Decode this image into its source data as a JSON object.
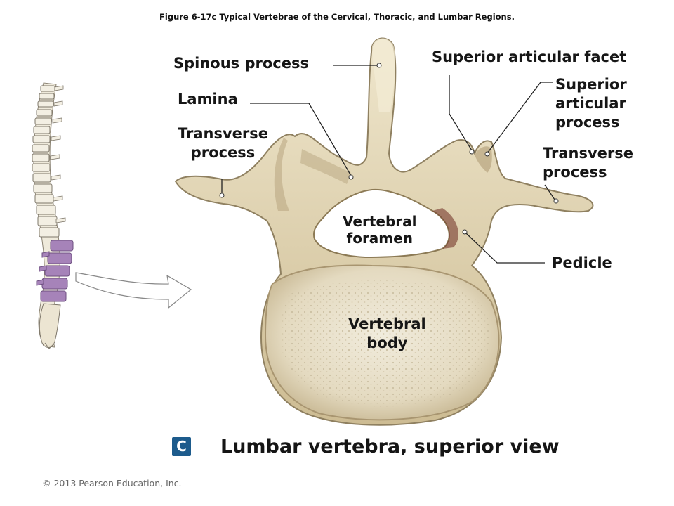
{
  "figure_title": "Figure 6-17c  Typical Vertebrae of the Cervical, Thoracic, and Lumbar Regions.",
  "labels": {
    "spinous_process": "Spinous process",
    "lamina": "Lamina",
    "transverse_process_left": [
      "Transverse",
      "process"
    ],
    "superior_articular_facet": "Superior articular facet",
    "superior_articular_process": [
      "Superior",
      "articular",
      "process"
    ],
    "transverse_process_right": [
      "Transverse",
      "process"
    ],
    "vertebral_foramen": [
      "Vertebral",
      "foramen"
    ],
    "pedicle": "Pedicle",
    "vertebral_body": [
      "Vertebral",
      "body"
    ]
  },
  "panel_letter": "C",
  "caption": "Lumbar vertebra, superior view",
  "copyright": "© 2013 Pearson Education, Inc.",
  "colors": {
    "bone": "#e6dcbf",
    "bone_shadow": "#b9a985",
    "lumbar_highlight": "#a683b9",
    "panel_badge": "#1d5b8c"
  }
}
